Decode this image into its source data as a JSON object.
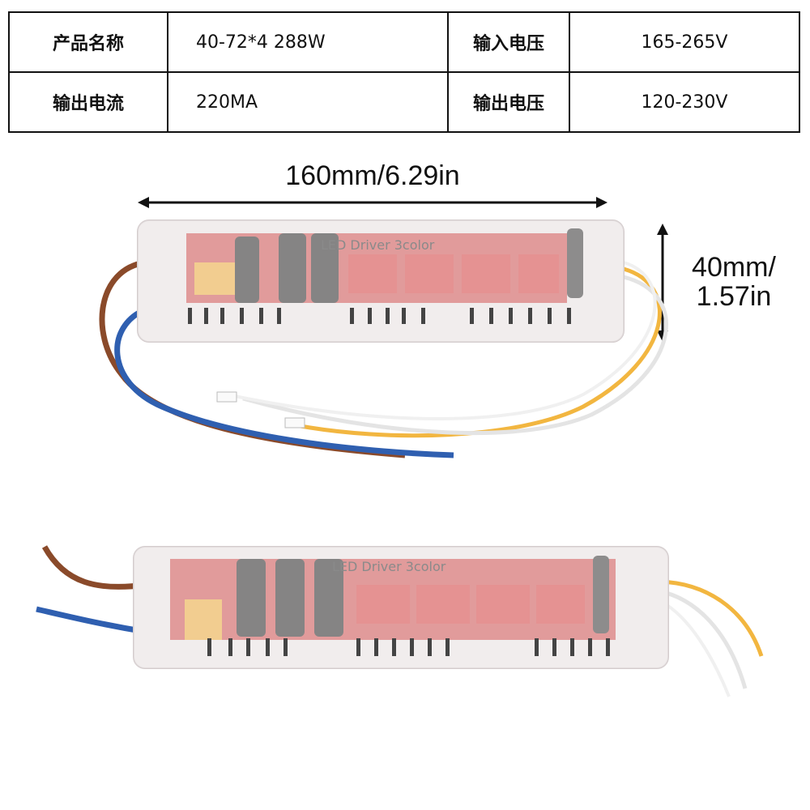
{
  "spec_table": {
    "rows": [
      {
        "label1": "产品名称",
        "value1": "40-72*4 288W",
        "label2": "输入电压",
        "value2": "165-265V"
      },
      {
        "label1": "输出电流",
        "value1": "220MA",
        "label2": "输出电压",
        "value2": "120-230V"
      }
    ]
  },
  "dimensions": {
    "length_label": "160mm/6.29in",
    "height_label_line1": "40mm/",
    "height_label_line2": "1.57in"
  },
  "product": {
    "case_text": "LED Driver 3color"
  },
  "colors": {
    "wire_brown": "#8a4a2a",
    "wire_blue": "#2f5fb0",
    "wire_yellow": "#f2b640",
    "wire_white": "#e8e8e8",
    "pcb_red": "#cc3a3a",
    "capacitor": "#2a2a2a",
    "case": "#efe9ea"
  }
}
